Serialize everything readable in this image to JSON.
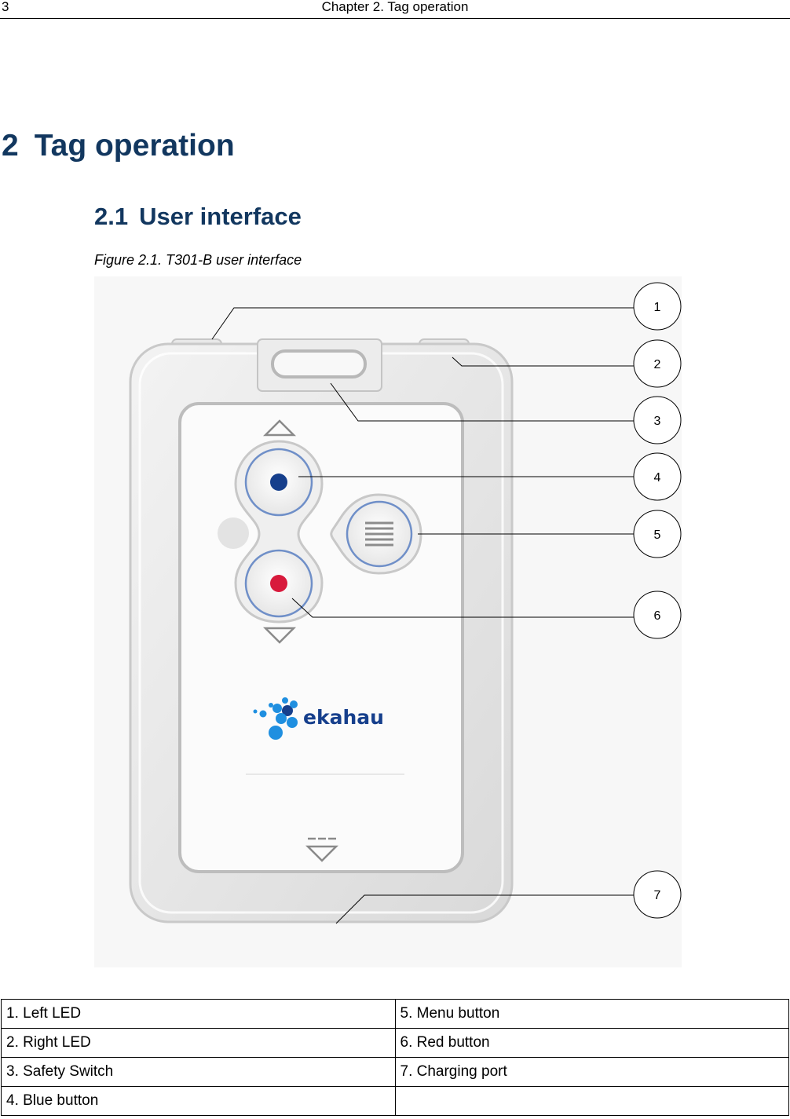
{
  "header": {
    "page_number": "3",
    "chapter_ref": "Chapter 2. Tag operation"
  },
  "chapter": {
    "number": "2",
    "title": "Tag operation"
  },
  "section": {
    "number": "2.1",
    "title": "User interface"
  },
  "figure": {
    "caption": "Figure 2.1. T301-B user interface",
    "brand_logo_text": "ekahau",
    "callouts": [
      "1",
      "2",
      "3",
      "4",
      "5",
      "6",
      "7"
    ]
  },
  "legend": {
    "rows": [
      [
        "1. Left LED",
        "5. Menu button"
      ],
      [
        "2. Right LED",
        "6. Red button"
      ],
      [
        "3. Safety Switch",
        "7. Charging port"
      ],
      [
        "4. Blue button",
        ""
      ]
    ]
  },
  "colors": {
    "heading": "#12375f",
    "blue_button": "#163f8c",
    "red_button": "#d81a3c",
    "logo_blue": "#1f8fe0"
  }
}
